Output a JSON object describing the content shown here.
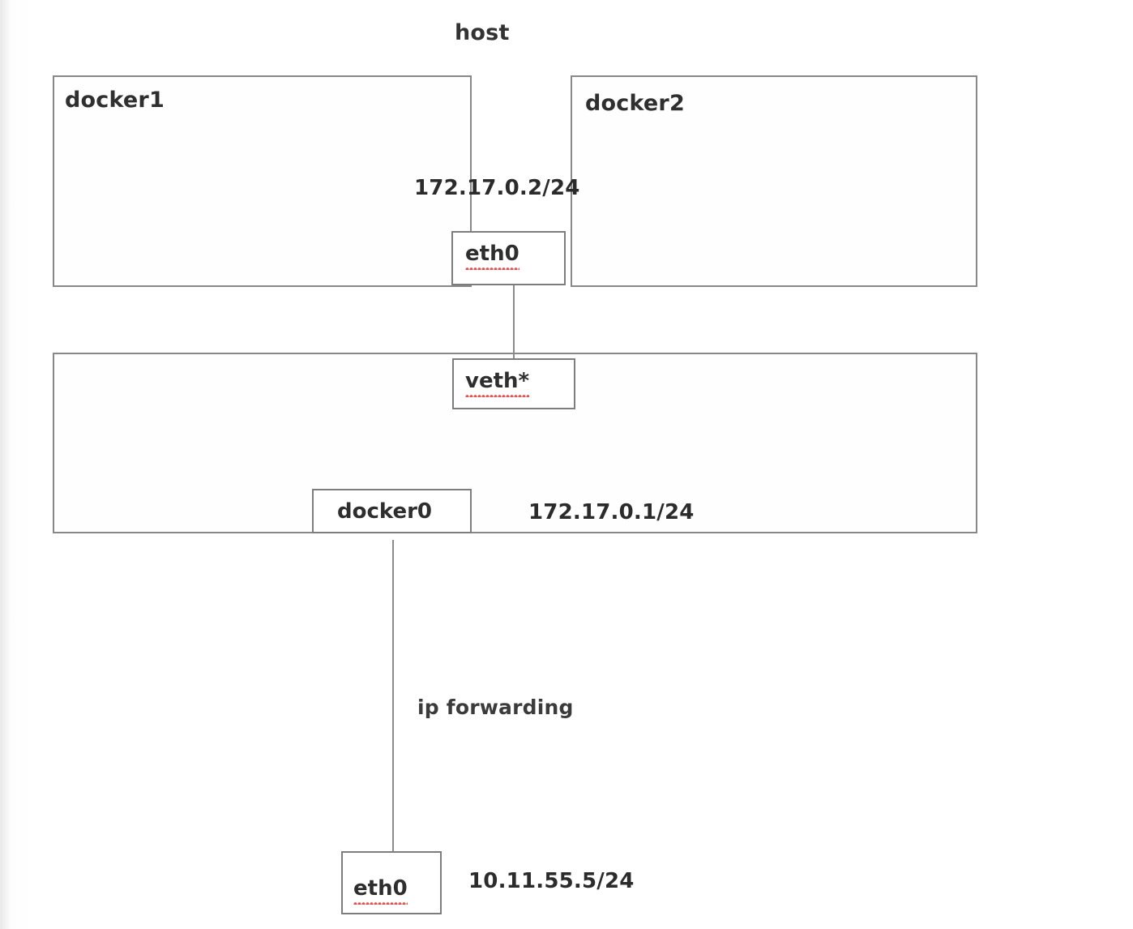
{
  "diagram": {
    "title": "host",
    "containers": [
      {
        "id": "docker1",
        "label": "docker1"
      },
      {
        "id": "docker2",
        "label": "docker2"
      },
      {
        "id": "host-netns",
        "label": ""
      }
    ],
    "interfaces": [
      {
        "id": "container-eth0",
        "label": "eth0",
        "ip": "172.17.0.2/24",
        "misspelled": true
      },
      {
        "id": "veth",
        "label": "veth*",
        "ip": "",
        "misspelled": true
      },
      {
        "id": "docker0-bridge",
        "label": "docker0",
        "ip": "172.17.0.1/24",
        "misspelled": false
      },
      {
        "id": "host-eth0",
        "label": "eth0",
        "ip": "10.11.55.5/24",
        "misspelled": true
      }
    ],
    "annotations": [
      {
        "id": "ip-forwarding",
        "text": "ip forwarding"
      }
    ],
    "labels": {
      "host_title": "host",
      "docker1": "docker1",
      "docker2": "docker2",
      "container_eth0": "eth0",
      "container_eth0_ip": "172.17.0.2/24",
      "veth": "veth*",
      "docker0": "docker0",
      "docker0_ip": "172.17.0.1/24",
      "ip_forwarding": "ip forwarding",
      "host_eth0": "eth0",
      "host_eth0_ip": "10.11.55.5/24"
    },
    "colors": {
      "background": "#ffffff",
      "box_border": "#888888",
      "node_border": "#7d7d7d",
      "line": "#8b8b8b",
      "text": "#2f2f2f",
      "spellcheck_underline": "#d65050"
    }
  }
}
